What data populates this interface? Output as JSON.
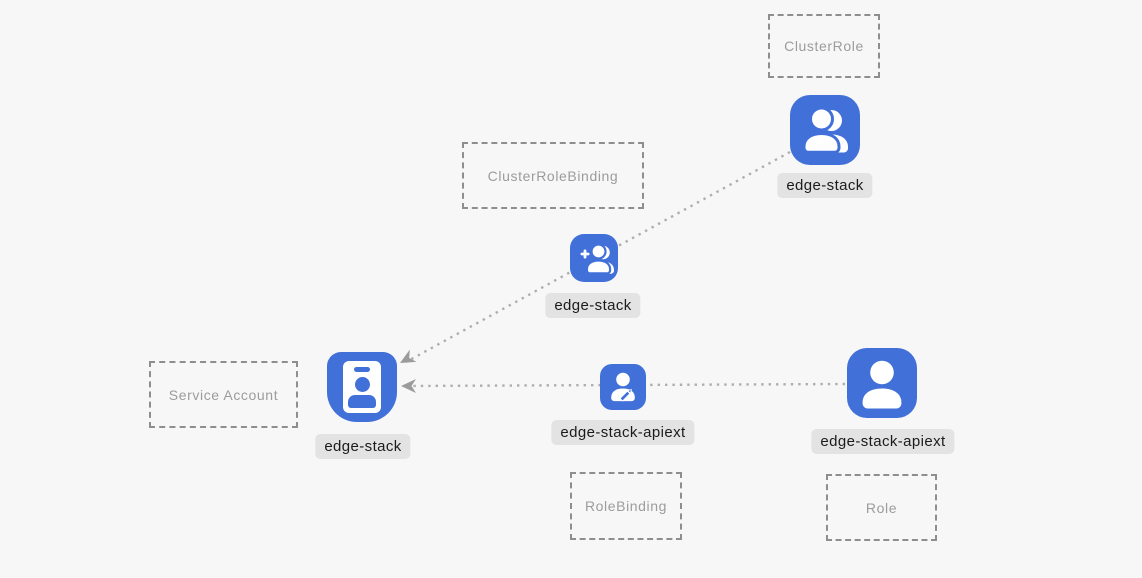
{
  "colors": {
    "page_bg": "#f7f7f8",
    "node_blue": "#4270d9",
    "pill_bg": "#e3e3e4",
    "pill_text": "#1b1b1b",
    "box_border": "#8e8e8e",
    "box_text": "#9c9c9c",
    "edge_dots": "#aeaeae",
    "arrow": "#9b9b9b"
  },
  "diagram": {
    "type_boxes": [
      {
        "id": "cluster-role",
        "label": "ClusterRole"
      },
      {
        "id": "cluster-role-binding",
        "label": "ClusterRoleBinding"
      },
      {
        "id": "service-account",
        "label": "Service Account"
      },
      {
        "id": "role-binding",
        "label": "RoleBinding"
      },
      {
        "id": "role",
        "label": "Role"
      }
    ],
    "nodes": [
      {
        "id": "cluster-role-node",
        "resource_type": "ClusterRole",
        "name": "edge-stack",
        "icon": "users-icon"
      },
      {
        "id": "cluster-role-binding-node",
        "resource_type": "ClusterRoleBinding",
        "name": "edge-stack",
        "icon": "user-plus-icon"
      },
      {
        "id": "service-account-node",
        "resource_type": "Service Account",
        "name": "edge-stack",
        "icon": "id-badge-icon"
      },
      {
        "id": "role-binding-node",
        "resource_type": "RoleBinding",
        "name": "edge-stack-apiext",
        "icon": "user-edit-icon"
      },
      {
        "id": "role-node",
        "resource_type": "Role",
        "name": "edge-stack-apiext",
        "icon": "user-icon"
      }
    ],
    "edges": [
      {
        "from": "cluster-role-node",
        "through": "cluster-role-binding-node",
        "to": "service-account-node",
        "style": "dotted-arrow"
      },
      {
        "from": "role-node",
        "through": "role-binding-node",
        "to": "service-account-node",
        "style": "dotted-arrow"
      }
    ]
  }
}
